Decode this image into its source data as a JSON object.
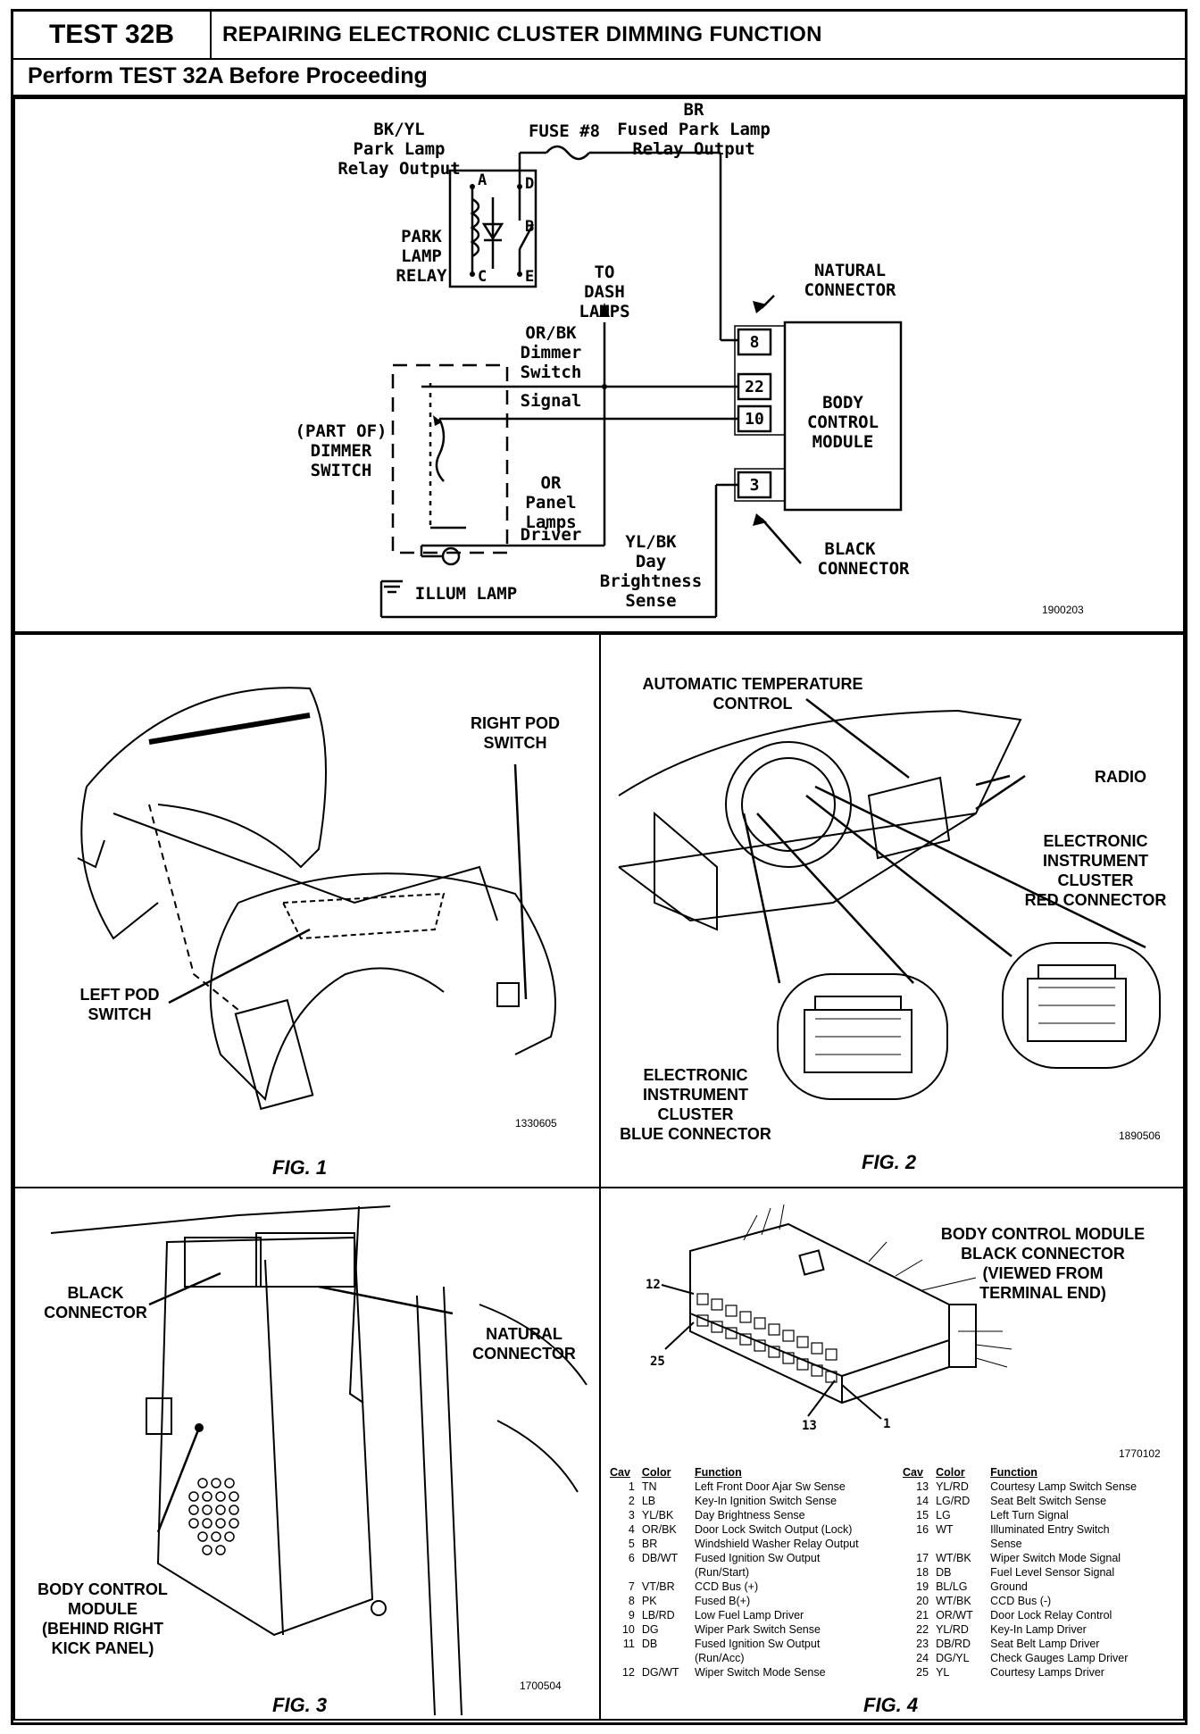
{
  "header": {
    "test_id": "TEST 32B",
    "title": "REPAIRING ELECTRONIC CLUSTER DIMMING FUNCTION",
    "subtitle": "Perform TEST 32A Before Proceeding"
  },
  "schematic": {
    "bk_yl": "BK/YL",
    "bk_yl_desc1": "Park Lamp",
    "bk_yl_desc2": "Relay Output",
    "fuse": "FUSE #8",
    "br": "BR",
    "br_desc1": "Fused Park Lamp",
    "br_desc2": "Relay Output",
    "relay_1": "PARK",
    "relay_2": "LAMP",
    "relay_3": "RELAY",
    "relay_pins": [
      "A",
      "D",
      "B",
      "C",
      "E"
    ],
    "to_dash_1": "TO",
    "to_dash_2": "DASH",
    "to_dash_3": "LAMPS",
    "natural_1": "NATURAL",
    "natural_2": "CONNECTOR",
    "or_bk": "OR/BK",
    "or_bk_1": "Dimmer",
    "or_bk_2": "Switch",
    "or_bk_3": "Signal",
    "pins": [
      "8",
      "22",
      "10",
      "3"
    ],
    "bcm_1": "BODY",
    "bcm_2": "CONTROL",
    "bcm_3": "MODULE",
    "dimmer_1": "(PART OF)",
    "dimmer_2": "DIMMER",
    "dimmer_3": "SWITCH",
    "or": "OR",
    "or_1": "Panel",
    "or_2": "Lamps",
    "or_3": "Driver",
    "yl_bk": "YL/BK",
    "yl_bk_1": "Day",
    "yl_bk_2": "Brightness",
    "yl_bk_3": "Sense",
    "black_1": "BLACK",
    "black_2": "CONNECTOR",
    "illum": "ILLUM LAMP",
    "code": "1900203"
  },
  "fig1": {
    "right_pod": "RIGHT POD\nSWITCH",
    "left_pod": "LEFT POD\nSWITCH",
    "code": "1330605",
    "caption": "FIG. 1"
  },
  "fig2": {
    "atc": "AUTOMATIC TEMPERATURE\nCONTROL",
    "radio": "RADIO",
    "red": "ELECTRONIC\nINSTRUMENT\nCLUSTER\nRED CONNECTOR",
    "blue": "ELECTRONIC\nINSTRUMENT\nCLUSTER\nBLUE CONNECTOR",
    "code": "1890506",
    "caption": "FIG. 2"
  },
  "fig3": {
    "black": "BLACK\nCONNECTOR",
    "natural": "NATURAL\nCONNECTOR",
    "bcm": "BODY CONTROL\nMODULE\n(BEHIND RIGHT\nKICK PANEL)",
    "code": "1700504",
    "caption": "FIG. 3"
  },
  "fig4": {
    "title": "BODY CONTROL MODULE\nBLACK CONNECTOR\n(VIEWED FROM\nTERMINAL END)",
    "pin_12": "12",
    "pin_25": "25",
    "pin_13": "13",
    "pin_1": "1",
    "code": "1770102",
    "caption": "FIG. 4",
    "headers": [
      "Cav",
      "Color",
      "Function"
    ],
    "left_rows": [
      [
        "1",
        "TN",
        "Left Front Door Ajar Sw Sense"
      ],
      [
        "2",
        "LB",
        "Key-In Ignition Switch Sense"
      ],
      [
        "3",
        "YL/BK",
        "Day Brightness Sense"
      ],
      [
        "4",
        "OR/BK",
        "Door Lock Switch Output (Lock)"
      ],
      [
        "5",
        "BR",
        "Windshield Washer Relay Output"
      ],
      [
        "6",
        "DB/WT",
        "Fused Ignition Sw Output\n(Run/Start)"
      ],
      [
        "7",
        "VT/BR",
        "CCD Bus (+)"
      ],
      [
        "8",
        "PK",
        "Fused B(+)"
      ],
      [
        "9",
        "LB/RD",
        "Low Fuel Lamp Driver"
      ],
      [
        "10",
        "DG",
        "Wiper Park Switch Sense"
      ],
      [
        "11",
        "DB",
        "Fused Ignition Sw Output\n(Run/Acc)"
      ],
      [
        "12",
        "DG/WT",
        "Wiper Switch Mode Sense"
      ]
    ],
    "right_rows": [
      [
        "13",
        "YL/RD",
        "Courtesy Lamp Switch Sense"
      ],
      [
        "14",
        "LG/RD",
        "Seat Belt Switch Sense"
      ],
      [
        "15",
        "LG",
        "Left Turn Signal"
      ],
      [
        "16",
        "WT",
        "Illuminated Entry Switch\nSense"
      ],
      [
        "17",
        "WT/BK",
        "Wiper Switch Mode Signal"
      ],
      [
        "18",
        "DB",
        "Fuel Level Sensor Signal"
      ],
      [
        "19",
        "BL/LG",
        "Ground"
      ],
      [
        "20",
        "WT/BK",
        "CCD Bus (-)"
      ],
      [
        "21",
        "OR/WT",
        "Door Lock Relay Control"
      ],
      [
        "22",
        "YL/RD",
        "Key-In Lamp Driver"
      ],
      [
        "23",
        "DB/RD",
        "Seat Belt Lamp Driver"
      ],
      [
        "24",
        "DG/YL",
        "Check Gauges Lamp Driver"
      ],
      [
        "25",
        "YL",
        "Courtesy Lamps Driver"
      ]
    ]
  }
}
